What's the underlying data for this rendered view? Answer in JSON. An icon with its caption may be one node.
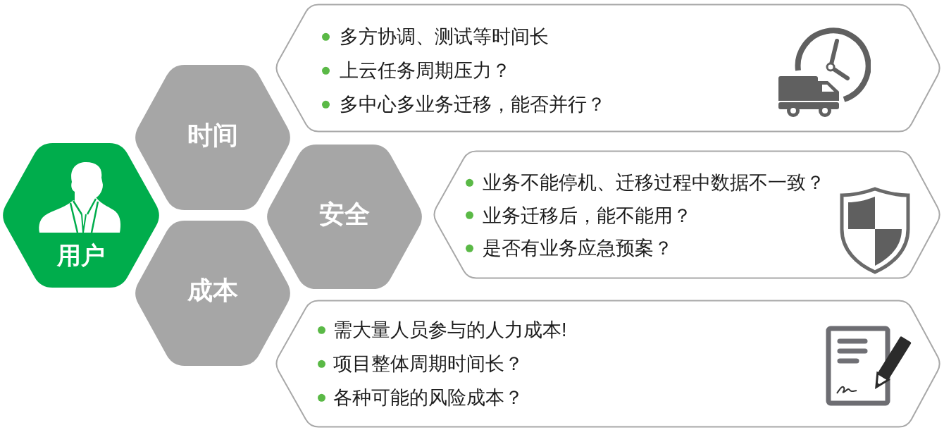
{
  "diagram": {
    "nodes": [
      {
        "text": [
          "用户"
        ]
      },
      {
        "text": [
          "时间"
        ]
      },
      {
        "text": [
          "多方协调、测试等时间长",
          "上云任务周期压力？",
          "多中心多业务迁移，能否并行？"
        ]
      },
      {
        "text": [
          "安全"
        ]
      },
      {
        "text": [
          "业务不能停机、迁移过程中数据不一致？",
          "业务迁移后，能不能用？",
          "是否有业务应急预案？"
        ]
      },
      {
        "text": [
          "成本"
        ]
      },
      {
        "text": [
          "需大量人员参与的人力成本!",
          "项目整体周期时间长？",
          "各种可能的风险成本？"
        ]
      }
    ]
  }
}
